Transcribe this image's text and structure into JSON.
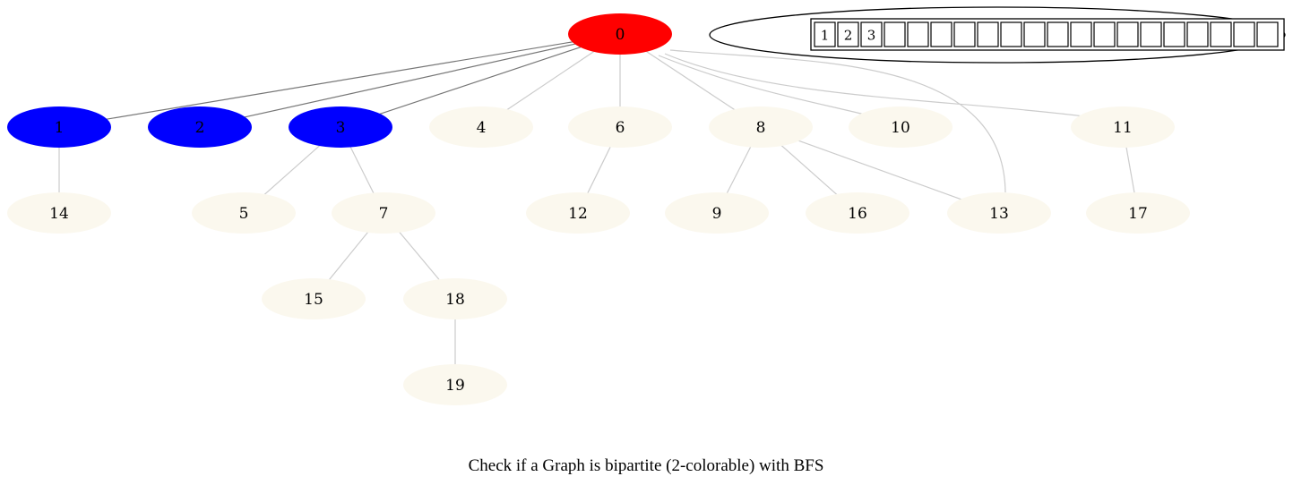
{
  "caption": "Check if a Graph is bipartite (2-colorable) with BFS",
  "colors": {
    "red": "#ff0000",
    "blue": "#0000ff",
    "unvisited": "#fbf8ee",
    "edge_dark": "#777777",
    "edge_light": "#cccccc",
    "background": "#ffffff"
  },
  "nodes": [
    {
      "id": "0",
      "label": "0",
      "color": "red"
    },
    {
      "id": "1",
      "label": "1",
      "color": "blue"
    },
    {
      "id": "2",
      "label": "2",
      "color": "blue"
    },
    {
      "id": "3",
      "label": "3",
      "color": "blue"
    },
    {
      "id": "4",
      "label": "4",
      "color": "unvisited"
    },
    {
      "id": "6",
      "label": "6",
      "color": "unvisited"
    },
    {
      "id": "8",
      "label": "8",
      "color": "unvisited"
    },
    {
      "id": "10",
      "label": "10",
      "color": "unvisited"
    },
    {
      "id": "11",
      "label": "11",
      "color": "unvisited"
    },
    {
      "id": "14",
      "label": "14",
      "color": "unvisited"
    },
    {
      "id": "5",
      "label": "5",
      "color": "unvisited"
    },
    {
      "id": "7",
      "label": "7",
      "color": "unvisited"
    },
    {
      "id": "12",
      "label": "12",
      "color": "unvisited"
    },
    {
      "id": "9",
      "label": "9",
      "color": "unvisited"
    },
    {
      "id": "16",
      "label": "16",
      "color": "unvisited"
    },
    {
      "id": "13",
      "label": "13",
      "color": "unvisited"
    },
    {
      "id": "17",
      "label": "17",
      "color": "unvisited"
    },
    {
      "id": "15",
      "label": "15",
      "color": "unvisited"
    },
    {
      "id": "18",
      "label": "18",
      "color": "unvisited"
    },
    {
      "id": "19",
      "label": "19",
      "color": "unvisited"
    }
  ],
  "edges": [
    {
      "from": "0",
      "to": "1",
      "style": "dark"
    },
    {
      "from": "0",
      "to": "2",
      "style": "dark"
    },
    {
      "from": "0",
      "to": "3",
      "style": "dark"
    },
    {
      "from": "0",
      "to": "4",
      "style": "light"
    },
    {
      "from": "0",
      "to": "6",
      "style": "light"
    },
    {
      "from": "0",
      "to": "8",
      "style": "light"
    },
    {
      "from": "0",
      "to": "10",
      "style": "light"
    },
    {
      "from": "0",
      "to": "11",
      "style": "light"
    },
    {
      "from": "0",
      "to": "13",
      "style": "light"
    },
    {
      "from": "1",
      "to": "14",
      "style": "light"
    },
    {
      "from": "3",
      "to": "5",
      "style": "light"
    },
    {
      "from": "3",
      "to": "7",
      "style": "light"
    },
    {
      "from": "6",
      "to": "12",
      "style": "light"
    },
    {
      "from": "8",
      "to": "9",
      "style": "light"
    },
    {
      "from": "8",
      "to": "16",
      "style": "light"
    },
    {
      "from": "8",
      "to": "13",
      "style": "light"
    },
    {
      "from": "11",
      "to": "17",
      "style": "light"
    },
    {
      "from": "7",
      "to": "15",
      "style": "light"
    },
    {
      "from": "7",
      "to": "18",
      "style": "light"
    },
    {
      "from": "18",
      "to": "19",
      "style": "light"
    }
  ],
  "queue": {
    "items": [
      "1",
      "2",
      "3",
      "",
      "",
      "",
      "",
      "",
      "",
      "",
      "",
      "",
      "",
      "",
      "",
      "",
      "",
      "",
      "",
      ""
    ]
  }
}
